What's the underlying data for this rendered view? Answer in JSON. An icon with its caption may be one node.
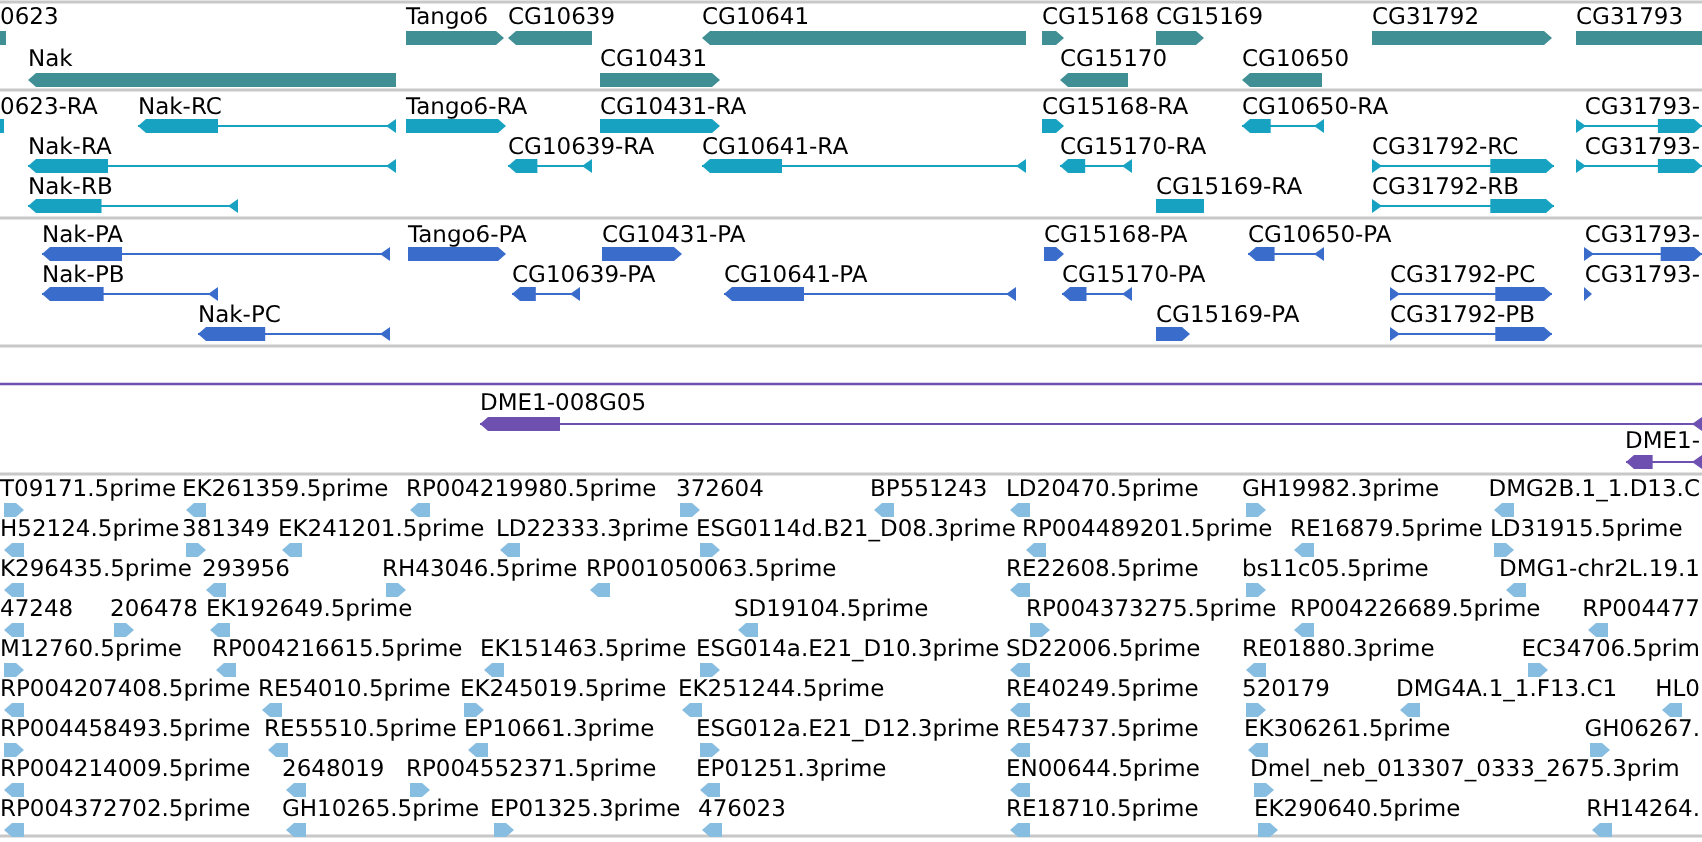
{
  "diagram": {
    "labels": [
      "0623",
      "Tango6",
      "CG10639",
      "CG10641",
      "CG15168",
      "CG15169",
      "CG31792",
      "CG31793",
      "Nak",
      "CG10431",
      "CG15170",
      "CG10650",
      "0623-RA",
      "Nak-RC",
      "Tango6-RA",
      "CG10431-RA",
      "CG15168-RA",
      "CG10650-RA",
      "CG31793-",
      "Nak-RA",
      "CG10639-RA",
      "CG10641-RA",
      "CG15170-RA",
      "CG31792-RC",
      "CG31793-",
      "Nak-RB",
      "CG15169-RA",
      "CG31792-RB",
      "Nak-PA",
      "Tango6-PA",
      "CG10431-PA",
      "CG15168-PA",
      "CG10650-PA",
      "CG31793-",
      "Nak-PB",
      "CG10639-PA",
      "CG10641-PA",
      "CG15170-PA",
      "CG31792-PC",
      "CG31793-",
      "Nak-PC",
      "CG15169-PA",
      "CG31792-PB",
      "DME1-008G05",
      "DME1-",
      "T09171.5prime",
      "EK261359.5prime",
      "RP004219980.5prime",
      "372604",
      "BP551243",
      "LD20470.5prime",
      "GH19982.3prime",
      "DMG2B.1_1.D13.C",
      "H52124.5prime",
      "381349",
      "EK241201.5prime",
      "LD22333.3prime",
      "ESG0114d.B21_D08.3prime",
      "RP004489201.5prime",
      "RE16879.5prime",
      "LD31915.5prime",
      "K296435.5prime",
      "293956",
      "RH43046.5prime",
      "RP001050063.5prime",
      "RE22608.5prime",
      "bs11c05.5prime",
      "DMG1-chr2L.19.1",
      "47248",
      "206478",
      "EK192649.5prime",
      "SD19104.5prime",
      "RP004373275.5prime",
      "RP004226689.5prime",
      "RP004477",
      "M12760.5prime",
      "RP004216615.5prime",
      "EK151463.5prime",
      "ESG014a.E21_D10.3prime",
      "SD22006.5prime",
      "RE01880.3prime",
      "EC34706.5prim",
      "RP004207408.5prime",
      "RE54010.5prime",
      "EK245019.5prime",
      "EK251244.5prime",
      "RE40249.5prime",
      "520179",
      "DMG4A.1_1.F13.C1",
      "HL0",
      "RP004458493.5prime",
      "RE55510.5prime",
      "EP10661.3prime",
      "ESG012a.E21_D12.3prime",
      "RE54737.5prime",
      "EK306261.5prime",
      "GH06267.",
      "RP004214009.5prime",
      "2648019",
      "RP004552371.5prime",
      "EP01251.3prime",
      "EN00644.5prime",
      "Dmel_neb_013307_0333_2675.3prim",
      "RP004372702.5prime",
      "GH10265.5prime",
      "EP01325.3prime",
      "476023",
      "RE18710.5prime",
      "EK290640.5prime",
      "RH14264."
    ]
  }
}
